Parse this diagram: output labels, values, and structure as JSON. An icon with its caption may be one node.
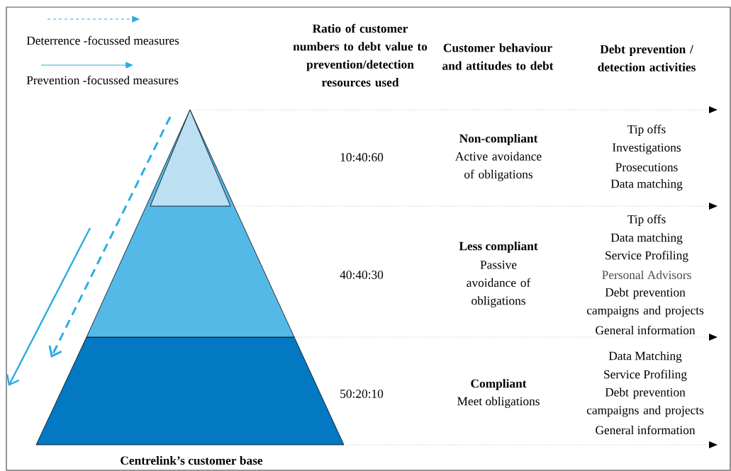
{
  "diagram": {
    "labels": [
      "Ratio of customer numbers to debt value to prevention/detection resources used",
      "Customer behaviour and attitudes to debt",
      "Debt prevention / detection activities",
      "10:40:60",
      "Non-compliant",
      "Active avoidance of obligations",
      "Tip offs",
      "Investigations",
      "Prosecutions",
      "Data matching",
      "40:40:30",
      "Less compliant",
      "Passive avoidance of obligations",
      "Tip offs",
      "Data matching",
      "Service Profiling",
      "Personal Advisors",
      "Debt prevention campaigns and projects",
      "General information",
      "50:20:10",
      "Compliant",
      "Meet obligations",
      "Data Matching",
      "Service Profiling",
      "Debt prevention campaigns and projects",
      "General information",
      "Centrelink’s  customer base"
    ],
    "legend": [
      {
        "text": "Deterrence -focussed measures"
      },
      {
        "text": "Prevention -focussed measures"
      }
    ]
  }
}
